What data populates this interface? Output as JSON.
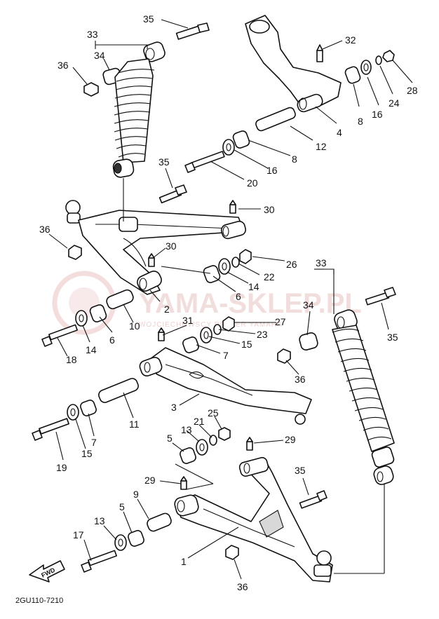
{
  "drawing_code": "2GU110-7210",
  "fwd_label": "FWD",
  "watermark": {
    "text": "YAMA-SKLEP.PL",
    "subtext": "WOJCIECHOWSCY DEALER YAMAHA",
    "color": "#e8c2c2"
  },
  "callouts": [
    {
      "id": "c35a",
      "text": "35"
    },
    {
      "id": "c33a",
      "text": "33"
    },
    {
      "id": "c34a",
      "text": "34"
    },
    {
      "id": "c36a",
      "text": "36"
    },
    {
      "id": "c32",
      "text": "32"
    },
    {
      "id": "c8a",
      "text": "8"
    },
    {
      "id": "c16a",
      "text": "16"
    },
    {
      "id": "c24",
      "text": "24"
    },
    {
      "id": "c28",
      "text": "28"
    },
    {
      "id": "c4",
      "text": "4"
    },
    {
      "id": "c12",
      "text": "12"
    },
    {
      "id": "c8b",
      "text": "8"
    },
    {
      "id": "c16b",
      "text": "16"
    },
    {
      "id": "c20",
      "text": "20"
    },
    {
      "id": "c35b",
      "text": "35"
    },
    {
      "id": "c30a",
      "text": "30"
    },
    {
      "id": "c36b",
      "text": "36"
    },
    {
      "id": "c30b",
      "text": "30"
    },
    {
      "id": "c26",
      "text": "26"
    },
    {
      "id": "c22",
      "text": "22"
    },
    {
      "id": "c33b",
      "text": "33"
    },
    {
      "id": "c6a",
      "text": "6"
    },
    {
      "id": "c14a",
      "text": "14"
    },
    {
      "id": "c2",
      "text": "2"
    },
    {
      "id": "c10",
      "text": "10"
    },
    {
      "id": "c34b",
      "text": "34"
    },
    {
      "id": "c35c",
      "text": "35"
    },
    {
      "id": "c14b",
      "text": "14"
    },
    {
      "id": "c6b",
      "text": "6"
    },
    {
      "id": "c31",
      "text": "31"
    },
    {
      "id": "c27",
      "text": "27"
    },
    {
      "id": "c23",
      "text": "23"
    },
    {
      "id": "c15a",
      "text": "15"
    },
    {
      "id": "c7a",
      "text": "7"
    },
    {
      "id": "c18",
      "text": "18"
    },
    {
      "id": "c36c",
      "text": "36"
    },
    {
      "id": "c3",
      "text": "3"
    },
    {
      "id": "c25",
      "text": "25"
    },
    {
      "id": "c21",
      "text": "21"
    },
    {
      "id": "c13a",
      "text": "13"
    },
    {
      "id": "c5a",
      "text": "5"
    },
    {
      "id": "c29a",
      "text": "29"
    },
    {
      "id": "c11",
      "text": "11"
    },
    {
      "id": "c7b",
      "text": "7"
    },
    {
      "id": "c15b",
      "text": "15"
    },
    {
      "id": "c19",
      "text": "19"
    },
    {
      "id": "c29b",
      "text": "29"
    },
    {
      "id": "c35d",
      "text": "35"
    },
    {
      "id": "c9",
      "text": "9"
    },
    {
      "id": "c5b",
      "text": "5"
    },
    {
      "id": "c13b",
      "text": "13"
    },
    {
      "id": "c17",
      "text": "17"
    },
    {
      "id": "c1",
      "text": "1"
    },
    {
      "id": "c36d",
      "text": "36"
    }
  ]
}
